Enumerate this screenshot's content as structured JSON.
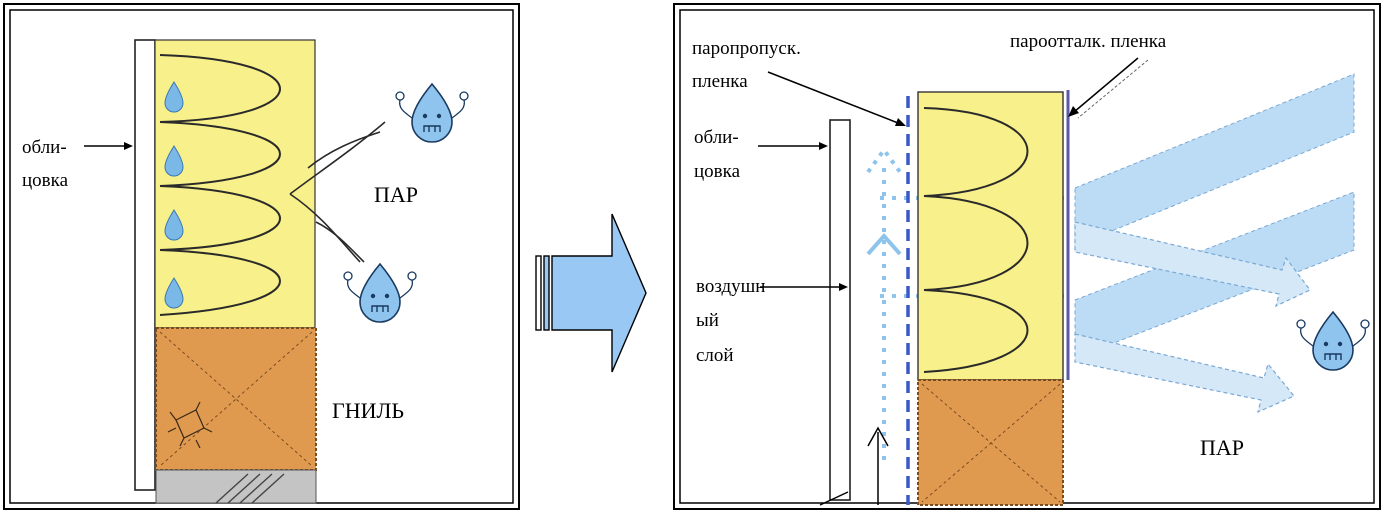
{
  "left_panel": {
    "labels": {
      "facing": [
        "обли-",
        "цовка"
      ],
      "steam": "ПАР",
      "rot": "ГНИЛЬ"
    }
  },
  "right_panel": {
    "labels": {
      "permeable_film": [
        "паропропуск.",
        "пленка"
      ],
      "barrier_film": "пароотталк. пленка",
      "facing": [
        "обли-",
        "цовка"
      ],
      "air_gap": [
        "воздушн",
        "ый",
        "слой"
      ],
      "steam": "ПАР"
    }
  },
  "colors": {
    "insulation": "#f8f08a",
    "wood": "#e09a50",
    "steam_arrow": "#bcdcf6",
    "drop": "#7ab8e8",
    "dotted": "#8ec4ec",
    "barrier_film": "#5a5aa8",
    "transition_arrow": "#99c8f4"
  },
  "icons": [
    "water-drop-icon",
    "sad-droplet-icon",
    "fungus-icon",
    "transition-arrow-icon"
  ]
}
